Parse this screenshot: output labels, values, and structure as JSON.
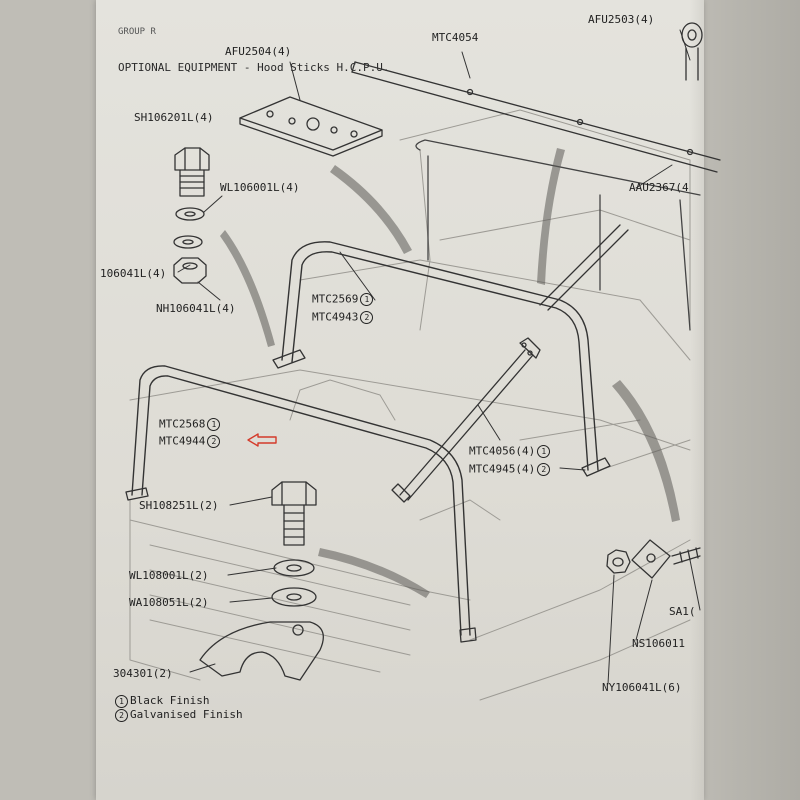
{
  "header": {
    "group": "GROUP R",
    "title": "OPTIONAL EQUIPMENT - Hood Sticks H.C.P.U."
  },
  "parts": {
    "afu2504": "AFU2504(4)",
    "mtc4054": "MTC4054",
    "afu2503": "AFU2503(4)",
    "sh106201l": "SH106201L(4)",
    "wl106001l": "WL106001L(4)",
    "nh106041l_left": "106041L(4)",
    "nh106041l": "NH106041L(4)",
    "aau2367": "AAU2367(4",
    "mtc2569": "MTC2569",
    "mtc4943": "MTC4943",
    "mtc2568": "MTC2568",
    "mtc4944": "MTC4944",
    "mtc4056": "MTC4056(4)",
    "mtc4945": "MTC4945(4)",
    "sh108251l": "SH108251L(2)",
    "wl108001l": "WL108001L(2)",
    "wa108051l": "WA108051L(2)",
    "part304301": "304301(2)",
    "sa1": "SA1(",
    "ns106011": "NS106011",
    "ny106041l": "NY106041L(6)"
  },
  "finish_marks": {
    "one": "1",
    "two": "2"
  },
  "legend": {
    "items": [
      {
        "mark": "1",
        "label": "Black Finish"
      },
      {
        "mark": "2",
        "label": "Galvanised Finish"
      }
    ]
  },
  "annotation": {
    "arrow_color": "#d43a2a"
  }
}
